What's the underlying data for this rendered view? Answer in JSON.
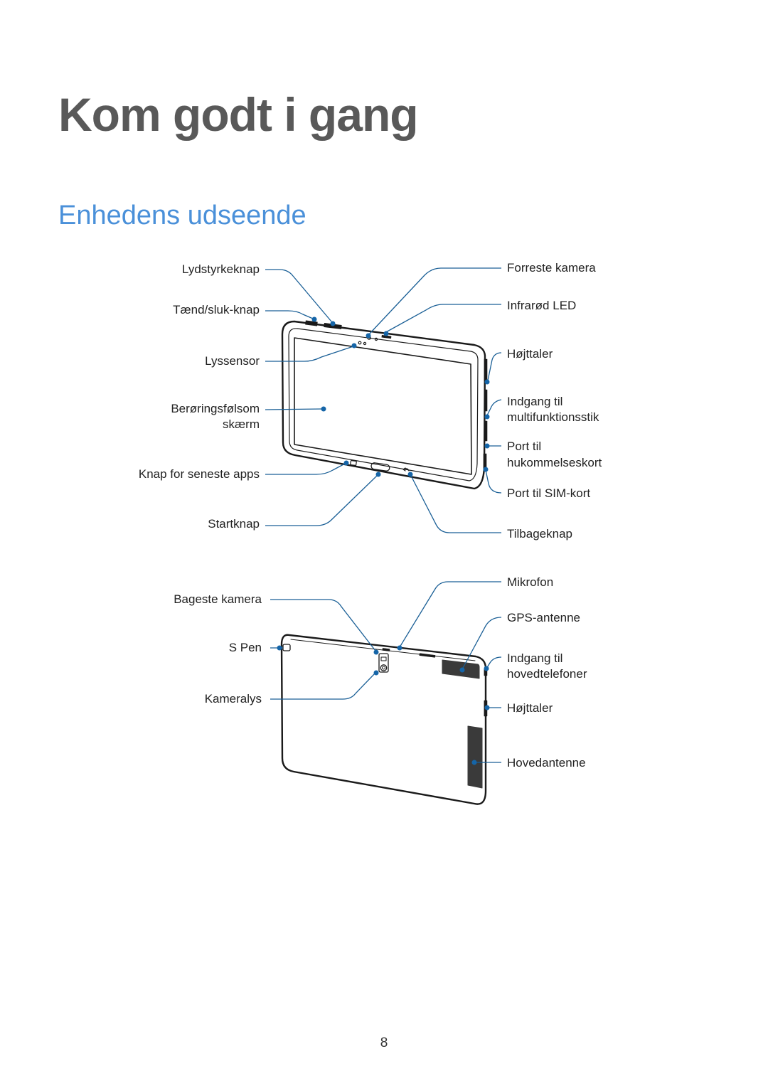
{
  "page": {
    "chapter_title": "Kom godt i gang",
    "section_title": "Enhedens udseende",
    "page_number": "8"
  },
  "colors": {
    "title": "#595959",
    "section_title": "#4a90d9",
    "callout_line": "#1a5f96",
    "callout_dot": "#1565a8",
    "device_outline": "#1a1a1a"
  },
  "front_labels": {
    "volume_key": "Lydstyrkeknap",
    "power_key": "Tænd/sluk-knap",
    "light_sensor": "Lyssensor",
    "touch_screen_line1": "Berøringsfølsom",
    "touch_screen_line2": "skærm",
    "recent_apps_key": "Knap for seneste apps",
    "home_key": "Startknap",
    "front_camera": "Forreste kamera",
    "ir_led": "Infrarød LED",
    "speaker": "Højttaler",
    "multipurpose_jack_line1": "Indgang til",
    "multipurpose_jack_line2": "multifunktionsstik",
    "memory_card_slot_line1": "Port til",
    "memory_card_slot_line2": "hukommelseskort",
    "sim_card_slot": "Port til SIM-kort",
    "back_key": "Tilbageknap"
  },
  "rear_labels": {
    "rear_camera": "Bageste kamera",
    "s_pen": "S Pen",
    "flash": "Kameralys",
    "microphone": "Mikrofon",
    "gps_antenna": "GPS-antenne",
    "headset_jack_line1": "Indgang til",
    "headset_jack_line2": "hovedtelefoner",
    "speaker": "Højttaler",
    "main_antenna": "Hovedantenne"
  }
}
